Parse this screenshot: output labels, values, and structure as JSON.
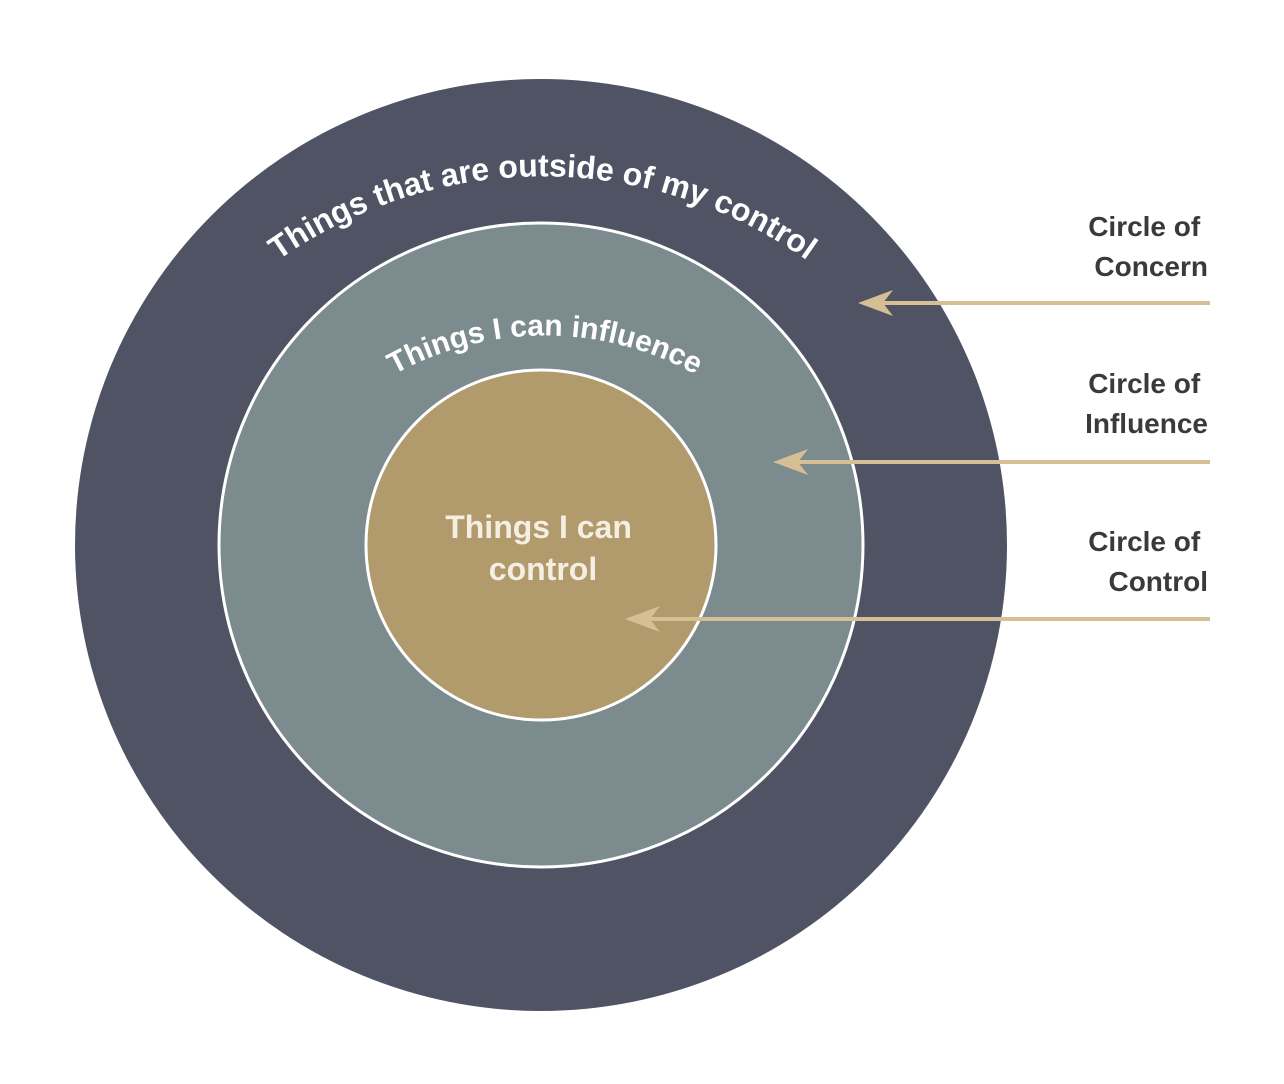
{
  "colors": {
    "concern": "#4f5363",
    "influence": "#7c8b8e",
    "control": "#b19a6c",
    "ring_border": "#ffffff",
    "arrow": "#d6bf94",
    "side_text": "#3a3a3a"
  },
  "circles": {
    "concern": {
      "arc_label": "Things that are outside of my control"
    },
    "influence": {
      "arc_label": "Things I can influence"
    },
    "control": {
      "center_line_1": "Things I can",
      "center_line_2": "control"
    }
  },
  "side_labels": {
    "concern": {
      "line_1": "Circle of",
      "line_2": "Concern"
    },
    "influence": {
      "line_1": "Circle of",
      "line_2": "Influence"
    },
    "control": {
      "line_1": "Circle of",
      "line_2": "Control"
    }
  }
}
